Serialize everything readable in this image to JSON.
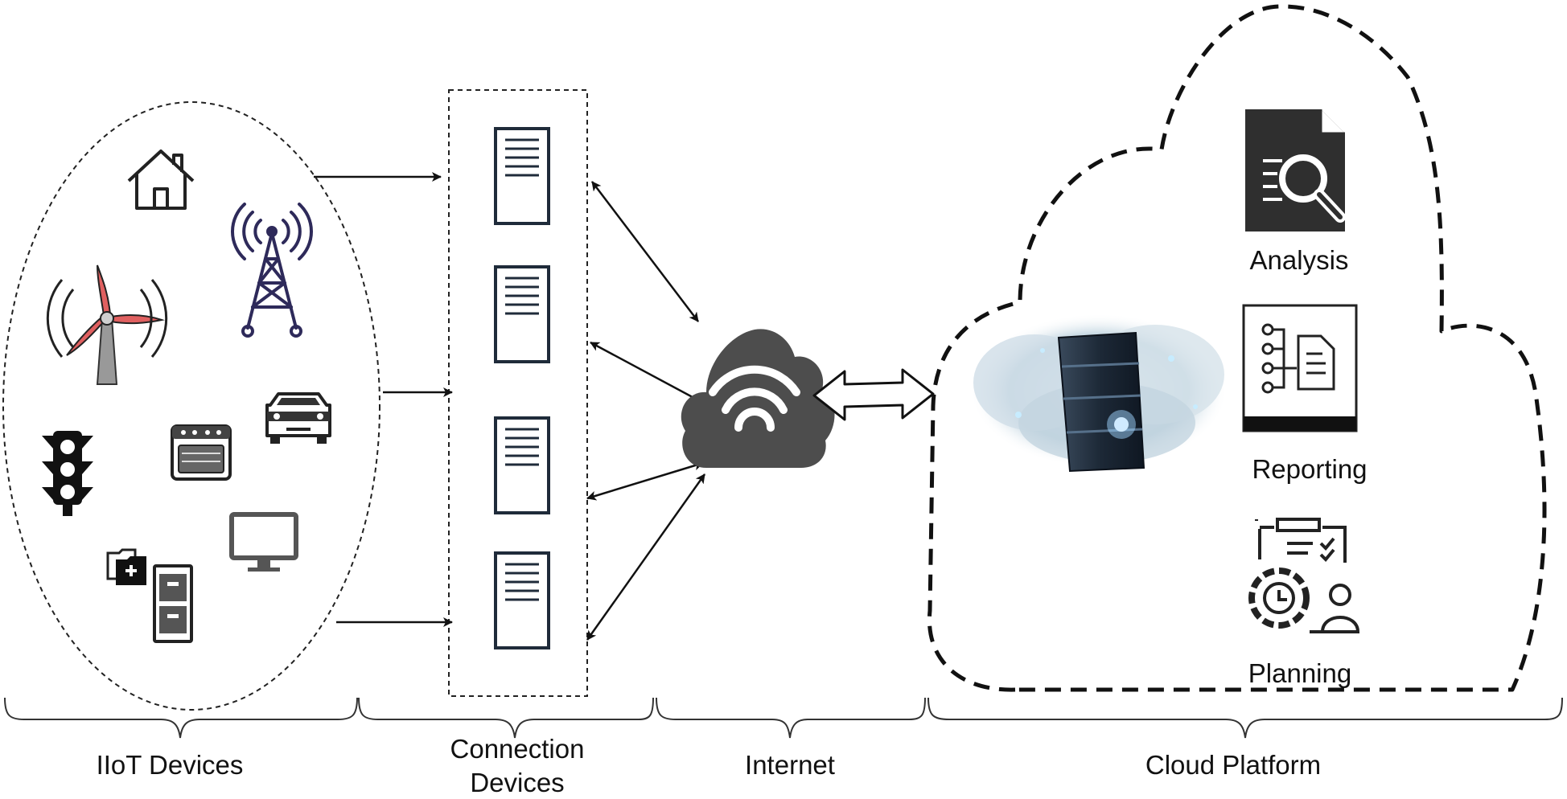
{
  "sections": {
    "iiot": "IIoT Devices",
    "connection_line1": "Connection",
    "connection_line2": "Devices",
    "internet": "Internet",
    "cloud": "Cloud Platform"
  },
  "cloud_services": {
    "analysis": "Analysis",
    "reporting": "Reporting",
    "planning": "Planning"
  },
  "icons": {
    "iiot_devices": [
      "house-icon",
      "wind-turbine-icon",
      "radio-tower-icon",
      "traffic-light-icon",
      "oven-icon",
      "car-icon",
      "monitor-icon",
      "file-cabinet-icon"
    ],
    "connection_devices": [
      "server-icon",
      "server-icon",
      "server-icon",
      "server-icon"
    ],
    "internet": "wireless-cloud-icon",
    "cloud": [
      "cloud-server-icon",
      "analysis-icon",
      "reporting-icon",
      "planning-icon"
    ]
  },
  "colors": {
    "stroke": "#111111",
    "internet_cloud": "#4d4d4d",
    "turbine_blade": "#e06060",
    "tower": "#2e2a5a",
    "server_panel": "#1f2b3a"
  }
}
